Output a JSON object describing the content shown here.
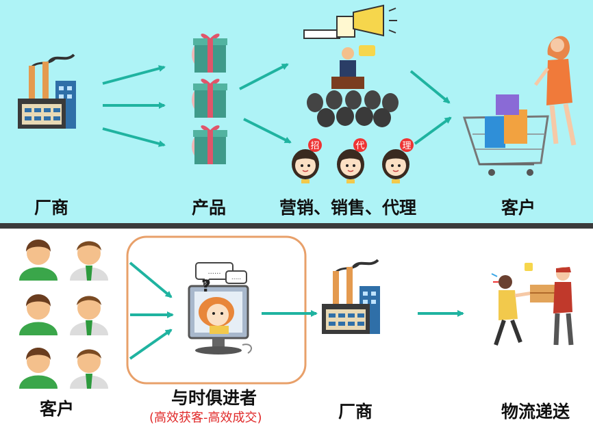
{
  "top": {
    "labels": {
      "factory": "厂商",
      "product": "产品",
      "channels": "营销、销售、代理",
      "customer": "客户"
    },
    "badges": [
      "招",
      "代",
      "理"
    ],
    "speech_mark": "......"
  },
  "bottom": {
    "labels": {
      "customer": "客户",
      "trend": "与时俱进者",
      "trend_sub": "(高效获客-高效成交)",
      "factory": "厂商",
      "delivery": "物流递送"
    },
    "bubbles": [
      "......",
      "....."
    ],
    "question": "?"
  },
  "colors": {
    "top_bg": "#aef3f6",
    "arrow": "#1fb3a0",
    "box_border": "#e8a06a",
    "subtitle": "#e02828",
    "divider": "#3a3a3a"
  }
}
